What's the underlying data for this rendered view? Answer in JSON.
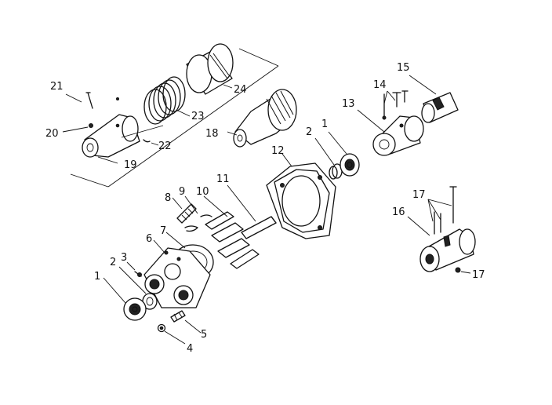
{
  "callouts": {
    "c1a": "1",
    "c2a": "2",
    "c3": "3",
    "c4": "4",
    "c5": "5",
    "c6": "6",
    "c7": "7",
    "c8": "8",
    "c9": "9",
    "c10": "10",
    "c11": "11",
    "c12": "12",
    "c13": "13",
    "c14": "14",
    "c15": "15",
    "c16": "16",
    "c17a": "17",
    "c17b": "17",
    "c18": "18",
    "c19": "19",
    "c20": "20",
    "c21": "21",
    "c22": "22",
    "c23": "23",
    "c24": "24",
    "c1b": "1",
    "c2b": "2"
  },
  "colors": {
    "ink": "#111111",
    "paper": "#ffffff"
  }
}
